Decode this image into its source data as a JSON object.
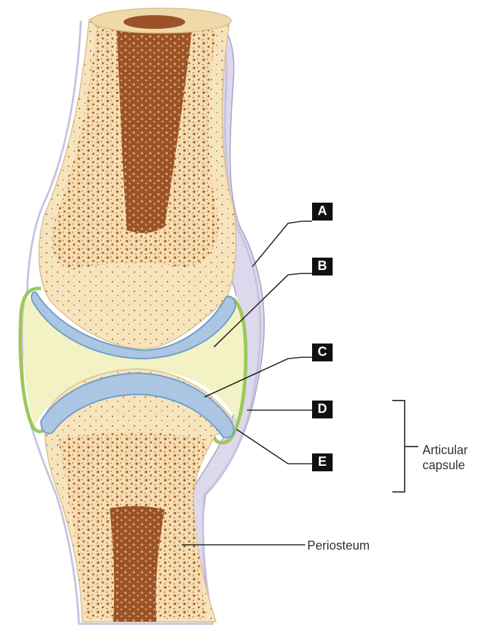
{
  "markers": [
    {
      "id": "A",
      "text": "A"
    },
    {
      "id": "B",
      "text": "B"
    },
    {
      "id": "C",
      "text": "C"
    },
    {
      "id": "D",
      "text": "D"
    },
    {
      "id": "E",
      "text": "E"
    }
  ],
  "labels": {
    "capsule_line1": "Articular",
    "capsule_line2": "capsule",
    "periosteum": "Periosteum"
  },
  "colors": {
    "bone": "#f6e4bd",
    "trabecular": "#a3582c",
    "marrow": "#8e4722",
    "cartilage": "#aac6e2",
    "cartilage_edge": "#6f9cc8",
    "synovial_membrane": "#9cc85a",
    "synovial_fluid": "#f2f2c4",
    "capsule": "#ddd8ec",
    "capsule_edge": "#a69ec4",
    "leader": "#222222"
  }
}
